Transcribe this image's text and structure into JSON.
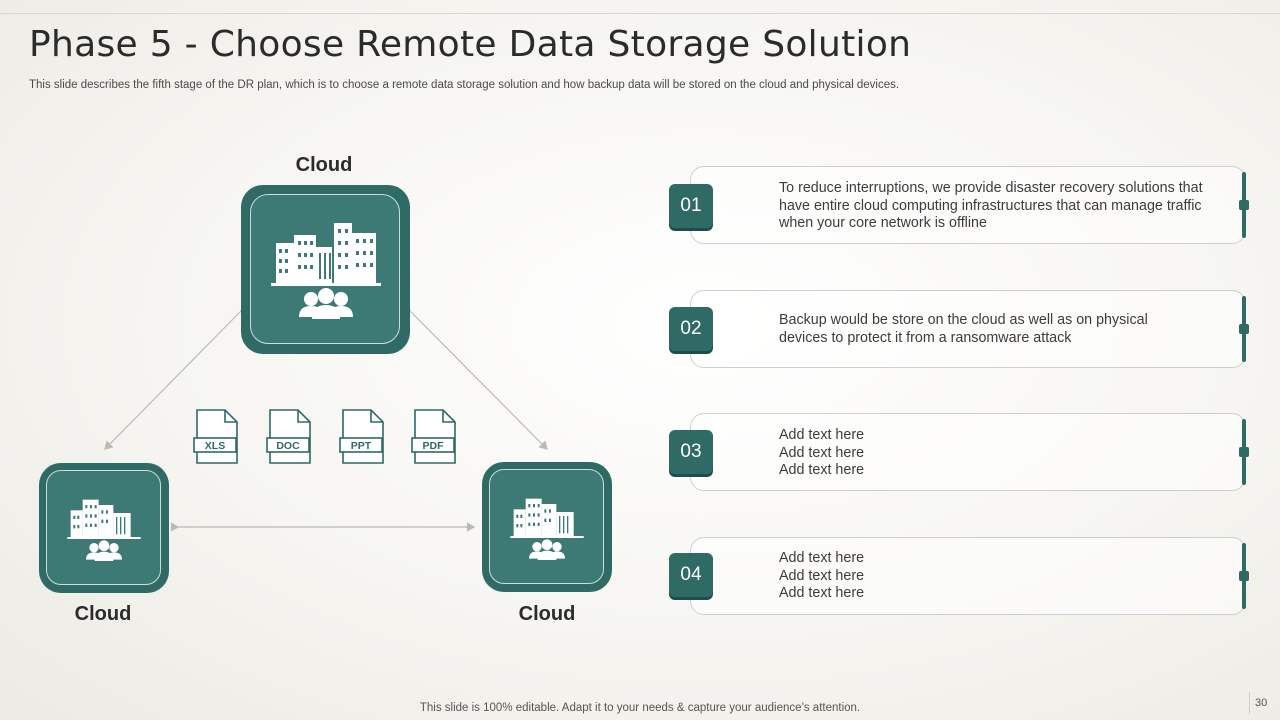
{
  "title": "Phase 5 - Choose Remote Data Storage Solution",
  "subtitle": "This slide describes the fifth stage of the DR plan, which is to choose a remote data storage solution and how backup data will be stored on the cloud and physical devices.",
  "diagram": {
    "nodes": [
      {
        "label": "Cloud",
        "icon": "buildings-people-icon"
      },
      {
        "label": "Cloud",
        "icon": "buildings-people-icon"
      },
      {
        "label": "Cloud",
        "icon": "buildings-people-icon"
      }
    ],
    "files": [
      "XLS",
      "DOC",
      "PPT",
      "PDF"
    ]
  },
  "cards": [
    {
      "number": "01",
      "text": "To reduce interruptions, we provide disaster recovery solutions that have entire cloud computing infrastructures that can manage traffic when your core network is offline"
    },
    {
      "number": "02",
      "text": "Backup would be store on the cloud as well as on physical devices to protect it from a ransomware attack"
    },
    {
      "number": "03",
      "lines": [
        "Add text here",
        "Add text here",
        "Add text here"
      ]
    },
    {
      "number": "04",
      "lines": [
        "Add text here",
        "Add text here",
        "Add text here"
      ]
    }
  ],
  "footer": "This slide is 100% editable. Adapt it to your needs & capture your audience’s attention.",
  "page_number": "30",
  "colors": {
    "accent": "#2f6a65",
    "accent_light": "#3e7a75"
  }
}
